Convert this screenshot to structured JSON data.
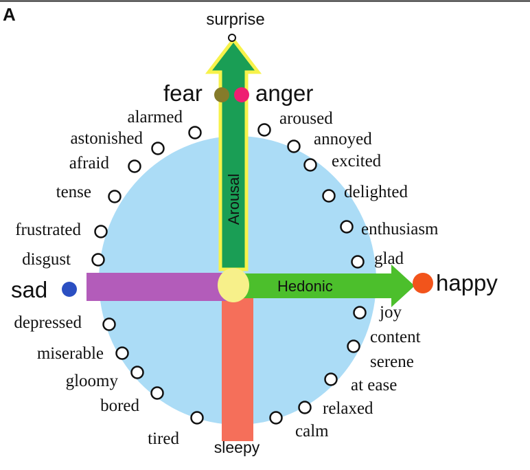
{
  "panel_label": "A",
  "axis_labels": {
    "arousal": "Arousal",
    "hedonic": "Hedonic"
  },
  "poles": {
    "top": "surprise",
    "bottom": "sleepy",
    "left": "sad",
    "right": "happy"
  },
  "highlighted": {
    "fear": "fear",
    "anger": "anger"
  },
  "emotions_left": [
    "alarmed",
    "astonished",
    "afraid",
    "tense",
    "frustrated",
    "disgust",
    "depressed",
    "miserable",
    "gloomy",
    "bored",
    "tired"
  ],
  "emotions_right": [
    "aroused",
    "annoyed",
    "excited",
    "delighted",
    "enthusiasm",
    "glad",
    "joy",
    "content",
    "serene",
    "at ease",
    "relaxed",
    "calm"
  ],
  "colors": {
    "circle_fill": "#abdcf6",
    "arousal_arrow": "#1a9e55",
    "arousal_outline": "#f7f24a",
    "hedonic_arrow": "#4cbf2c",
    "sad_bar": "#b35cba",
    "sleepy_bar": "#f56f5a",
    "center": "#f7f08a",
    "sad_dot": "#2b4fc2",
    "happy_dot": "#f2541b",
    "fear_dot": "#857b2a",
    "anger_dot": "#ee1f72"
  }
}
